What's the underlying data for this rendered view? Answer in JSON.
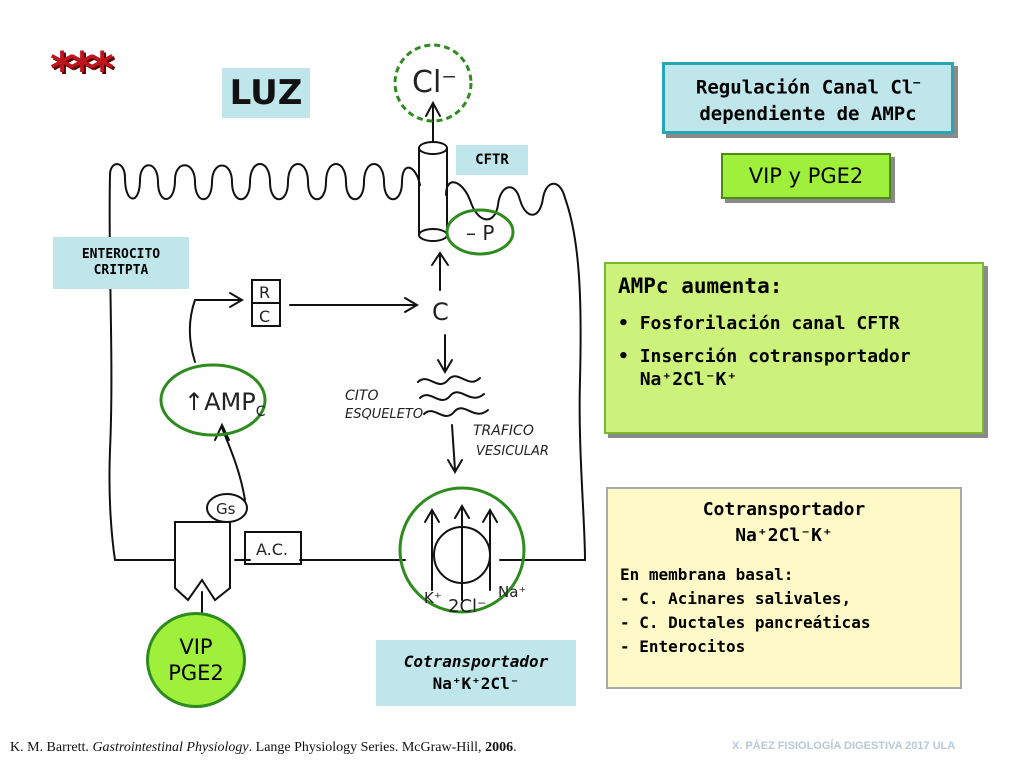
{
  "stars": "***",
  "luz_label": "LUZ",
  "cftr_tag": "CFTR",
  "enterocito_tag": {
    "line1": "ENTEROCITO",
    "line2": "CRITPTA"
  },
  "title_box": {
    "line1": "Regulación Canal Cl",
    "line2": "dependiente de AMPc",
    "sup": "–"
  },
  "vip_pge2_box": "VIP y PGE2",
  "ampc_box": {
    "heading": "AMPc aumenta:",
    "bullet1": "Fosforilación canal CFTR",
    "bullet2_line1": "Inserción cotransportador",
    "bullet2_line2": "Na⁺2Cl⁻K⁺"
  },
  "cotransporter_box": {
    "title_line1": "Cotransportador",
    "title_line2": "Na⁺2Cl⁻K⁺",
    "membrane_label": "En membrana basal:",
    "items": [
      "- C. Acinares salivales,",
      "- C. Ductales pancreáticas",
      "- Enterocitos"
    ]
  },
  "vip_circle": {
    "line1": "VIP",
    "line2": "PGE2"
  },
  "basal_transporter_label": {
    "line1": "Cotransportador",
    "line2": "Na⁺K⁺2Cl⁻"
  },
  "reference": {
    "prefix": "K. M. Barrett. ",
    "book": "Gastrointestinal Physiology",
    "suffix": ". Lange Physiology Series. McGraw-Hill, ",
    "year": "2006",
    "end": "."
  },
  "credit": "X. PÁEZ   FISIOLOGÍA DIGESTIVA 2017 ULA",
  "sketch": {
    "cl_minus": "Cl⁻",
    "p_label": "P",
    "r_label": "R",
    "c_label": "C",
    "c_free": "C",
    "ampc_label": "AMP",
    "ampc_sub": "C",
    "cito_line1": "CITO",
    "cito_line2": "ESQUELETO",
    "trafico_line1": "TRAFICO",
    "trafico_line2": "VESICULAR",
    "gs_label": "Gs",
    "ac_label": "A.C.",
    "k_label": "K⁺",
    "na_label": "Na⁺",
    "cl2_label": "2Cl⁻"
  },
  "colors": {
    "cyan_box": "#bfe6ea",
    "green_box": "#9ef03a",
    "light_green": "#ccf27c",
    "yellow_box": "#fff9c8",
    "red_stars": "#c0141c",
    "circle_green": "#2e8b1e"
  }
}
